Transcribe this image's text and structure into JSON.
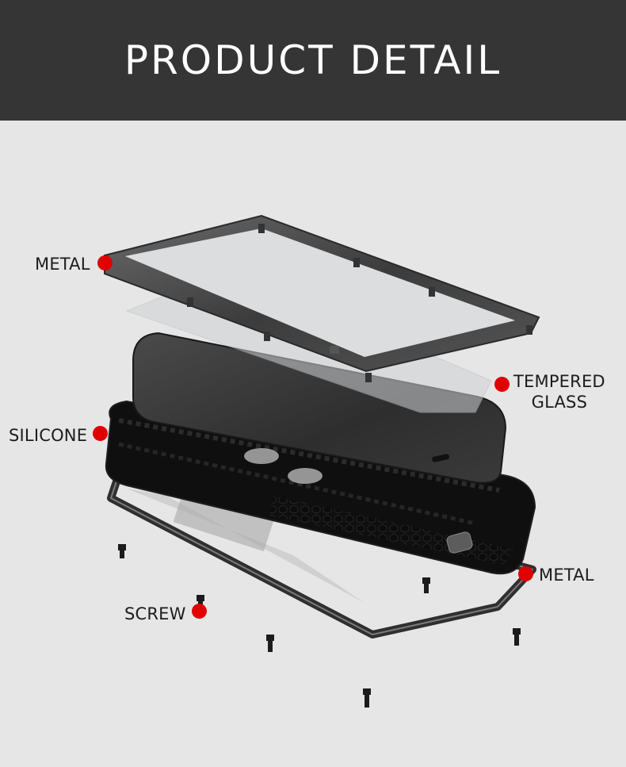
{
  "header": {
    "title": "PRODUCT DETAIL"
  },
  "colors": {
    "header_bg": "#353535",
    "background": "#e6e6e6",
    "marker": "#e00000"
  },
  "callouts": [
    {
      "id": "metal-top",
      "label": "METAL"
    },
    {
      "id": "tempered-glass",
      "line1": "TEMPERED",
      "line2": "GLASS"
    },
    {
      "id": "silicone",
      "label": "SILICONE"
    },
    {
      "id": "metal-bottom",
      "label": "METAL"
    },
    {
      "id": "screw",
      "label": "SCREW"
    }
  ]
}
